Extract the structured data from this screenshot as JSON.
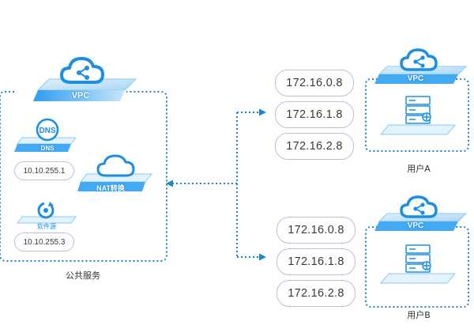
{
  "public_services": {
    "vpc_label": "VPC",
    "dns_icon_text": "DNS",
    "dns_label": "DNS",
    "dns_ip": "10.10.255.1",
    "nat_label": "NAT转换",
    "software_source_label": "软件源",
    "software_ip": "10.10.255.3",
    "group_label": "公共服务"
  },
  "user_a": {
    "vpc_label": "VPC",
    "ips": [
      "172.16.0.8",
      "172.16.1.8",
      "172.16.2.8"
    ],
    "name": "用户A"
  },
  "user_b": {
    "vpc_label": "VPC",
    "ips": [
      "172.16.0.8",
      "172.16.1.8",
      "172.16.2.8"
    ],
    "name": "用户B"
  },
  "colors": {
    "accent": "#1a8fe3",
    "dotted_line": "#1b86c9",
    "plate_light": "#e6f4fd",
    "pill_border": "#c7b9dc"
  },
  "icons": [
    "cloud-share-icon",
    "dns-icon",
    "cloud-icon",
    "refresh-icon",
    "server-rack-icon"
  ]
}
